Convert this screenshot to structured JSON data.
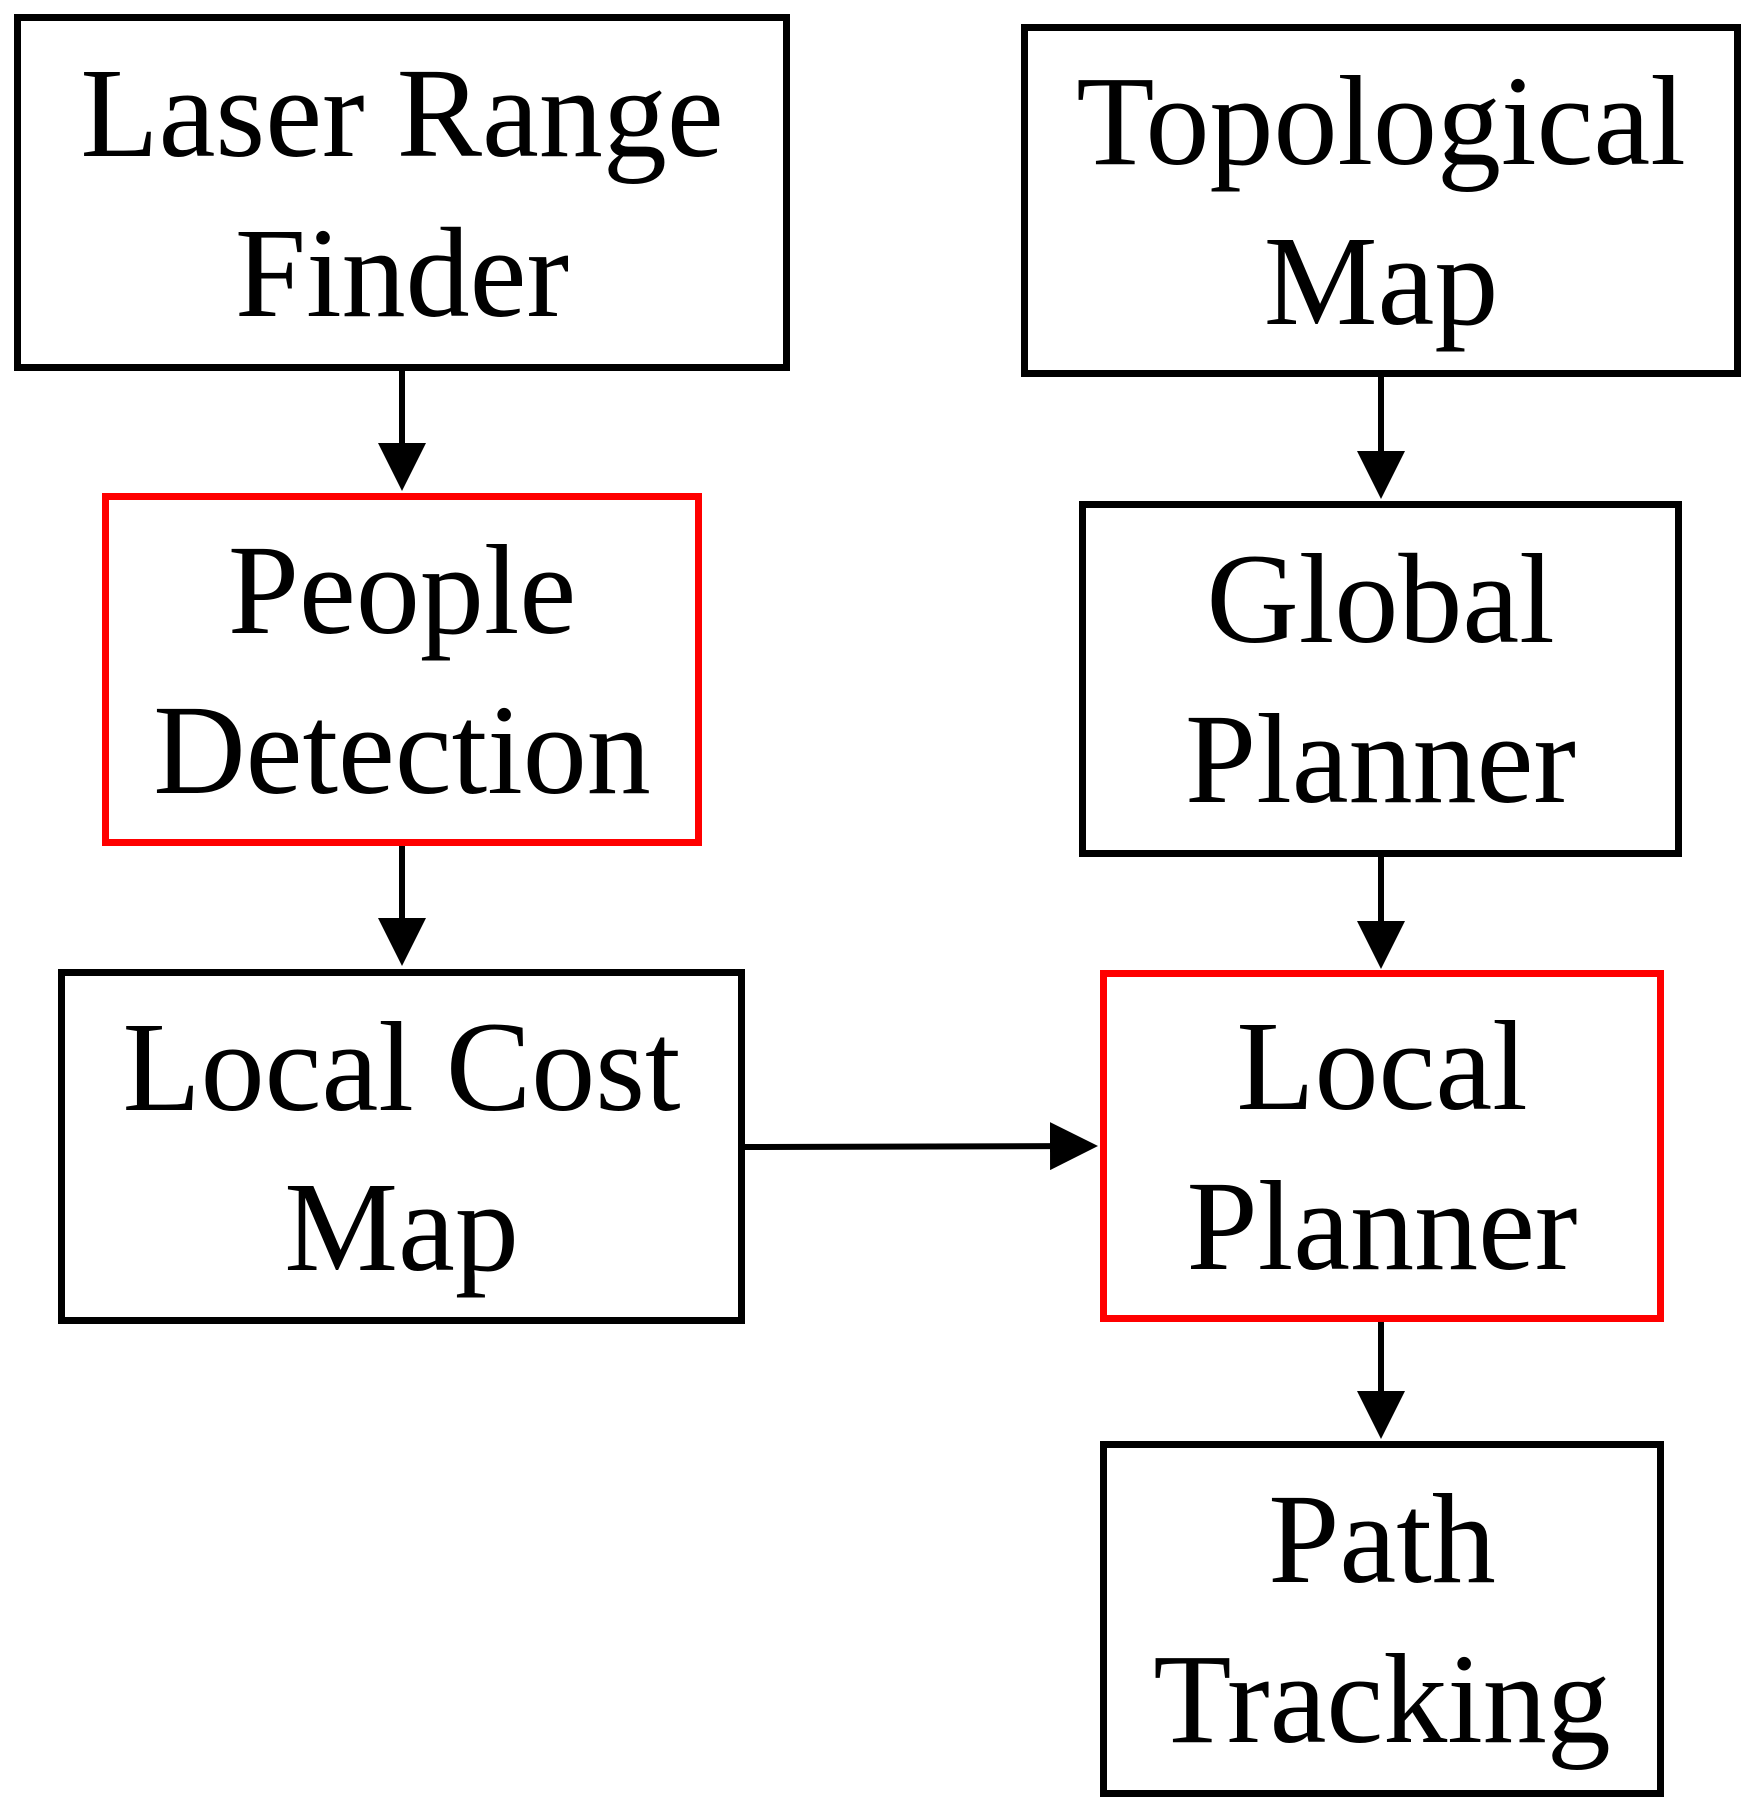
{
  "colors": {
    "default_border": "#000000",
    "highlight_border": "#ff0000",
    "edge": "#000000",
    "background": "#ffffff"
  },
  "nodes": {
    "laser_range_finder": {
      "line1": "Laser Range",
      "line2": "Finder",
      "highlighted": false
    },
    "people_detection": {
      "line1": "People",
      "line2": "Detection",
      "highlighted": true
    },
    "local_cost_map": {
      "line1": "Local Cost",
      "line2": "Map",
      "highlighted": false
    },
    "topological_map": {
      "line1": "Topological",
      "line2": "Map",
      "highlighted": false
    },
    "global_planner": {
      "line1": "Global",
      "line2": "Planner",
      "highlighted": false
    },
    "local_planner": {
      "line1": "Local",
      "line2": "Planner",
      "highlighted": true
    },
    "path_tracking": {
      "line1": "Path",
      "line2": "Tracking",
      "highlighted": false
    }
  },
  "edges": [
    {
      "from": "laser_range_finder",
      "to": "people_detection"
    },
    {
      "from": "people_detection",
      "to": "local_cost_map"
    },
    {
      "from": "topological_map",
      "to": "global_planner"
    },
    {
      "from": "global_planner",
      "to": "local_planner"
    },
    {
      "from": "local_cost_map",
      "to": "local_planner"
    },
    {
      "from": "local_planner",
      "to": "path_tracking"
    }
  ]
}
